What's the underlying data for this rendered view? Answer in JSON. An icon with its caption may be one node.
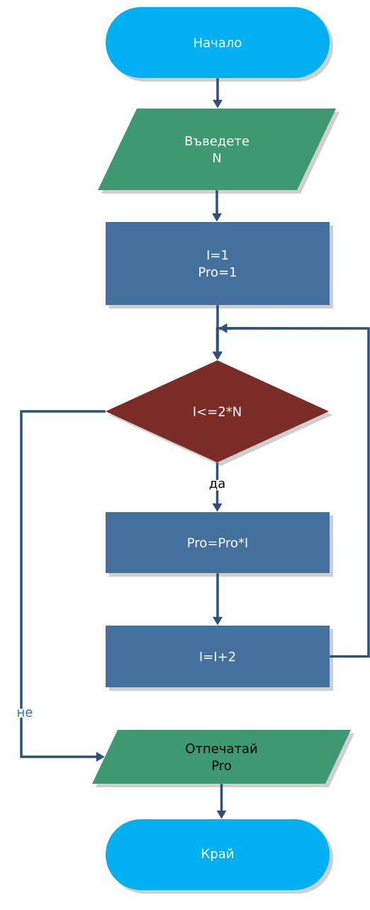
{
  "diagram": {
    "nodes": [
      {
        "text": [
          "Начало"
        ]
      },
      {
        "text": [
          "Въведете N"
        ]
      },
      {
        "text": [
          "I=1 Pro=1"
        ]
      },
      {
        "text": [
          "I<=2*N"
        ]
      },
      {
        "text": [
          "Pro=Pro*I"
        ]
      },
      {
        "text": [
          "I=I+2"
        ]
      },
      {
        "text": [
          "Отпечатай Pro"
        ]
      },
      {
        "text": [
          "Край"
        ]
      }
    ],
    "edges": [
      {
        "from": 0,
        "to": 1,
        "arrow": "to"
      },
      {
        "from": 1,
        "to": 2,
        "arrow": "to"
      },
      {
        "from": 2,
        "to": 3,
        "arrow": "to"
      },
      {
        "from": 3,
        "to": 4,
        "arrow": "to",
        "label": "да"
      },
      {
        "from": 4,
        "to": 5,
        "arrow": "to"
      },
      {
        "from": 5,
        "to": 3,
        "arrow": "to"
      },
      {
        "from": 3,
        "to": 6,
        "arrow": "to",
        "label": "не"
      },
      {
        "from": 6,
        "to": 7,
        "arrow": "to"
      }
    ]
  }
}
